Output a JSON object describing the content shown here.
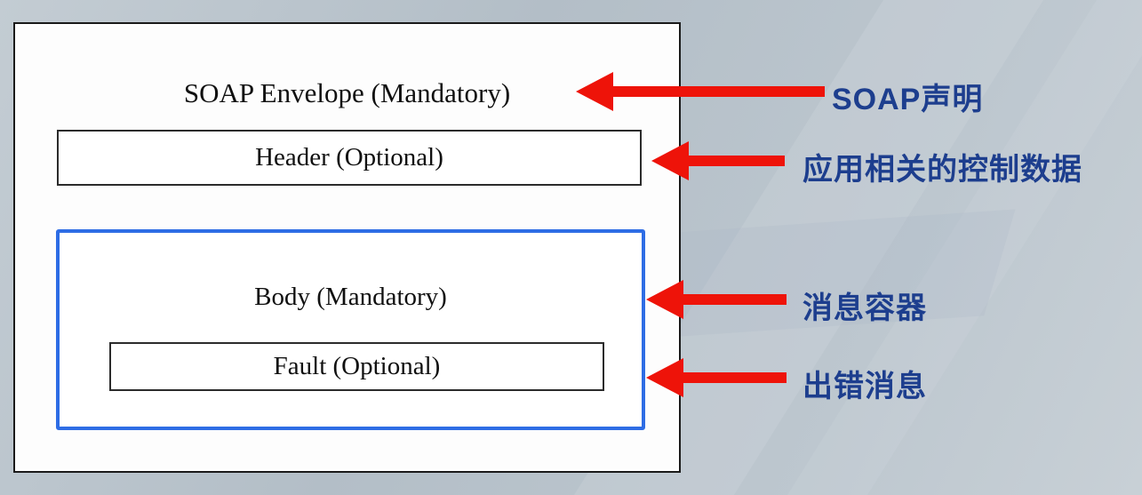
{
  "diagram": {
    "envelope_label": "SOAP Envelope (Mandatory)",
    "header_label": "Header (Optional)",
    "body_label": "Body (Mandatory)",
    "fault_label": "Fault (Optional)"
  },
  "annotations": [
    {
      "target": "envelope",
      "label": "SOAP声明"
    },
    {
      "target": "header",
      "label": "应用相关的控制数据"
    },
    {
      "target": "body",
      "label": "消息容器"
    },
    {
      "target": "fault",
      "label": "出错消息"
    }
  ],
  "colors": {
    "arrow_red": "#ee1309",
    "annotation_blue": "#1d3e8e",
    "body_border_blue": "#2e6de5"
  }
}
